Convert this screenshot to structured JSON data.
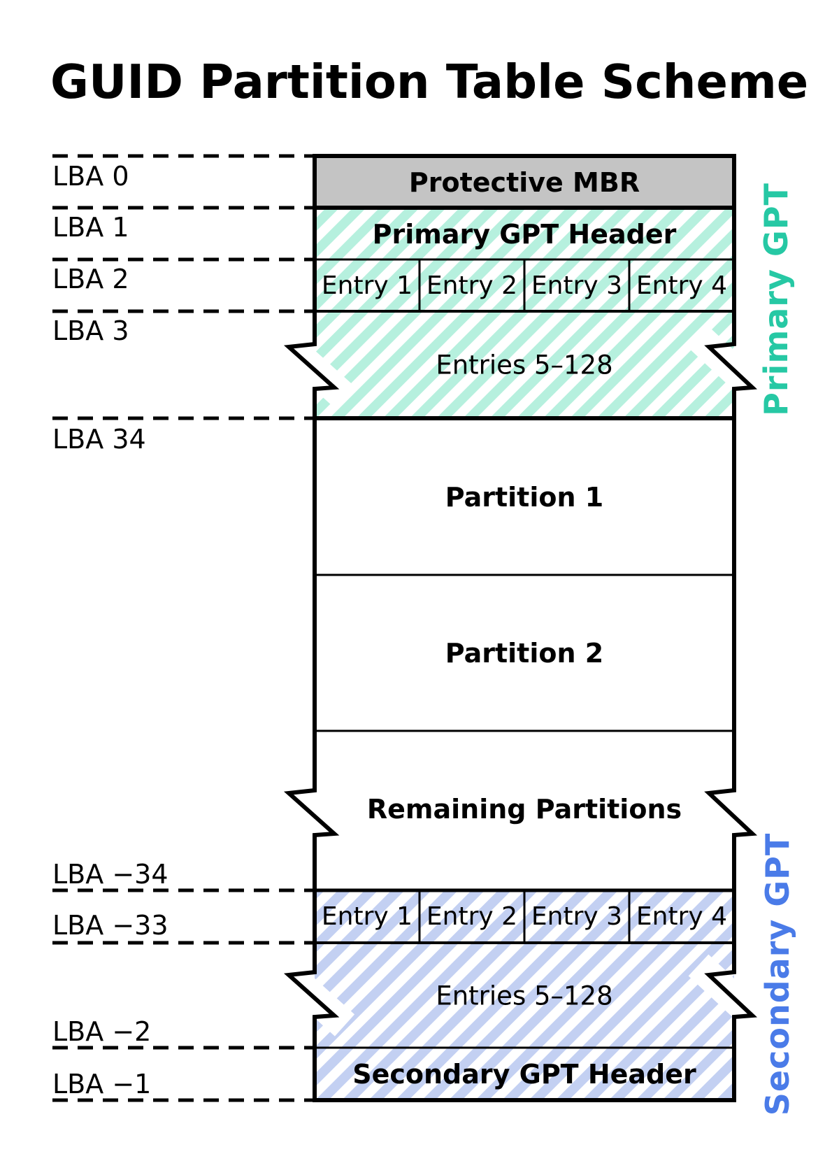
{
  "title": "GUID Partition Table Scheme",
  "lba_labels": [
    "LBA 0",
    "LBA 1",
    "LBA 2",
    "LBA 3",
    "LBA 34",
    "LBA −34",
    "LBA −33",
    "LBA −2",
    "LBA −1"
  ],
  "blocks": {
    "protective_mbr": "Protective MBR",
    "primary_gpt_header": "Primary GPT Header",
    "entries_primary": "Entries 5–128",
    "partition1": "Partition 1",
    "partition2": "Partition 2",
    "remaining_partitions": "Remaining Partitions",
    "entries_secondary": "Entries 5–128",
    "secondary_gpt_header": "Secondary GPT Header"
  },
  "entry_cells": [
    "Entry 1",
    "Entry 2",
    "Entry 3",
    "Entry 4"
  ],
  "side_labels": {
    "primary": "Primary GPT",
    "secondary": "Secondary GPT"
  },
  "colors": {
    "mbr_gray": "#c4c4c4",
    "primary_stripe_teal": "#b6f0de",
    "secondary_stripe_blue": "#c3d0f2",
    "primary_label_teal": "#26c8a4",
    "secondary_label_blue": "#4a7be8",
    "line_black": "#000000"
  }
}
